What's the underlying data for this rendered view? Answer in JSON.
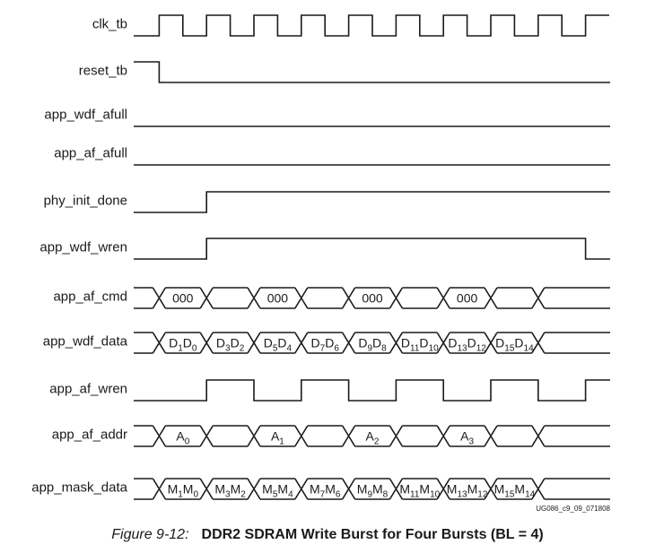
{
  "diagram": {
    "signals": [
      {
        "label": "clk_tb",
        "type": "clock"
      },
      {
        "label": "reset_tb",
        "type": "level",
        "start": 1,
        "changes": [
          1
        ]
      },
      {
        "label": "app_wdf_afull",
        "type": "level",
        "start": 0,
        "changes": []
      },
      {
        "label": "app_af_afull",
        "type": "level",
        "start": 0,
        "changes": []
      },
      {
        "label": "phy_init_done",
        "type": "level",
        "start": 0,
        "changes": [
          3
        ]
      },
      {
        "label": "app_wdf_wren",
        "type": "level",
        "start": 0,
        "changes": [
          3,
          19
        ]
      },
      {
        "label": "app_af_cmd",
        "type": "bus",
        "segments": [
          [
            "",
            1
          ],
          [
            "000",
            2
          ],
          [
            "",
            2
          ],
          [
            "000",
            2
          ],
          [
            "",
            2
          ],
          [
            "000",
            2
          ],
          [
            "",
            2
          ],
          [
            "000",
            2
          ],
          [
            "",
            2
          ],
          [
            "",
            1
          ]
        ]
      },
      {
        "label": "app_wdf_data",
        "type": "bus",
        "segments": [
          [
            "",
            1
          ],
          [
            "D_1D_0",
            2
          ],
          [
            "D_3D_2",
            2
          ],
          [
            "D_5D_4",
            2
          ],
          [
            "D_7D_6",
            2
          ],
          [
            "D_9D_8",
            2
          ],
          [
            "D_11D_10",
            2
          ],
          [
            "D_13D_12",
            2
          ],
          [
            "D_15D_14",
            2
          ],
          [
            "",
            1
          ]
        ]
      },
      {
        "label": "app_af_wren",
        "type": "level",
        "start": 0,
        "changes": [
          3,
          5,
          7,
          9,
          11,
          13,
          15,
          17,
          19
        ]
      },
      {
        "label": "app_af_addr",
        "type": "bus",
        "segments": [
          [
            "",
            1
          ],
          [
            "A_0",
            2
          ],
          [
            "",
            2
          ],
          [
            "A_1",
            2
          ],
          [
            "",
            2
          ],
          [
            "A_2",
            2
          ],
          [
            "",
            2
          ],
          [
            "A_3",
            2
          ],
          [
            "",
            2
          ],
          [
            "",
            1
          ]
        ]
      },
      {
        "label": "app_mask_data",
        "type": "bus",
        "segments": [
          [
            "",
            1
          ],
          [
            "M_1M_0",
            2
          ],
          [
            "M_3M_2",
            2
          ],
          [
            "M_5M_4",
            2
          ],
          [
            "M_7M_6",
            2
          ],
          [
            "M_9M_8",
            2
          ],
          [
            "M_11M_10",
            2
          ],
          [
            "M_13M_12",
            2
          ],
          [
            "M_15M_14",
            2
          ],
          [
            "",
            1
          ]
        ]
      }
    ],
    "doc_id": "UG086_c9_09_071808"
  },
  "caption": {
    "number": "Figure 9-12:",
    "title": "DDR2 SDRAM Write Burst for Four Bursts (BL = 4)"
  }
}
